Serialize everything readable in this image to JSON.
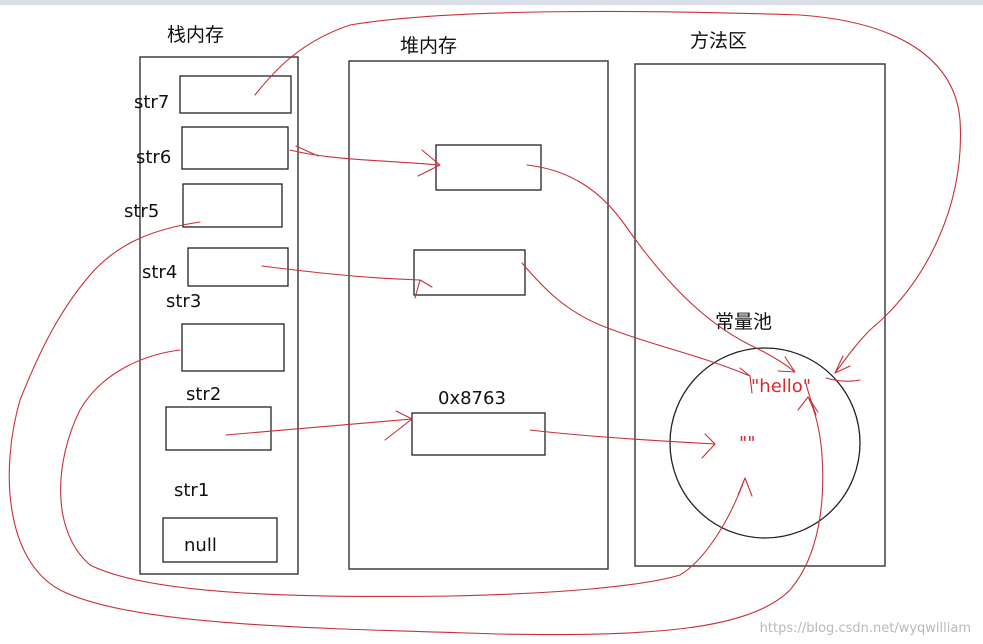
{
  "regions": {
    "stack": "栈内存",
    "heap": "堆内存",
    "method_area": "方法区",
    "constant_pool": "常量池"
  },
  "stack_vars": [
    "str7",
    "str6",
    "str5",
    "str4",
    "str3",
    "str2",
    "str1"
  ],
  "null_value": "null",
  "heap_address": "0x8763",
  "pool_strings": {
    "hello": "\"hello\"",
    "empty": "\"\""
  },
  "watermark": "https://blog.csdn.net/wyqwilliam",
  "colors": {
    "arrow": "#c83038",
    "pool_text": "#e0262b",
    "lines": "#222222"
  }
}
